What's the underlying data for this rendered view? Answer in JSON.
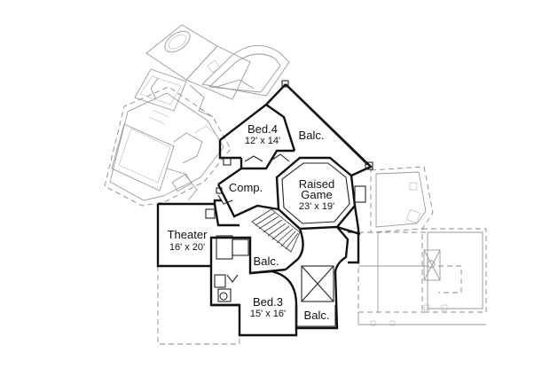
{
  "rooms": {
    "bed4": {
      "name": "Bed.4",
      "size": "12' x 14'"
    },
    "balc_upper": {
      "name": "Balc."
    },
    "raised_game": {
      "name_line1": "Raised",
      "name_line2": "Game",
      "size": "23' x 19'"
    },
    "comp": {
      "name": "Comp."
    },
    "theater": {
      "name": "Theater",
      "size": "16' x 20'"
    },
    "balc_middle": {
      "name": "Balc."
    },
    "bed3": {
      "name": "Bed.3",
      "size": "15' x 16'"
    },
    "balc_lower": {
      "name": "Balc."
    }
  }
}
